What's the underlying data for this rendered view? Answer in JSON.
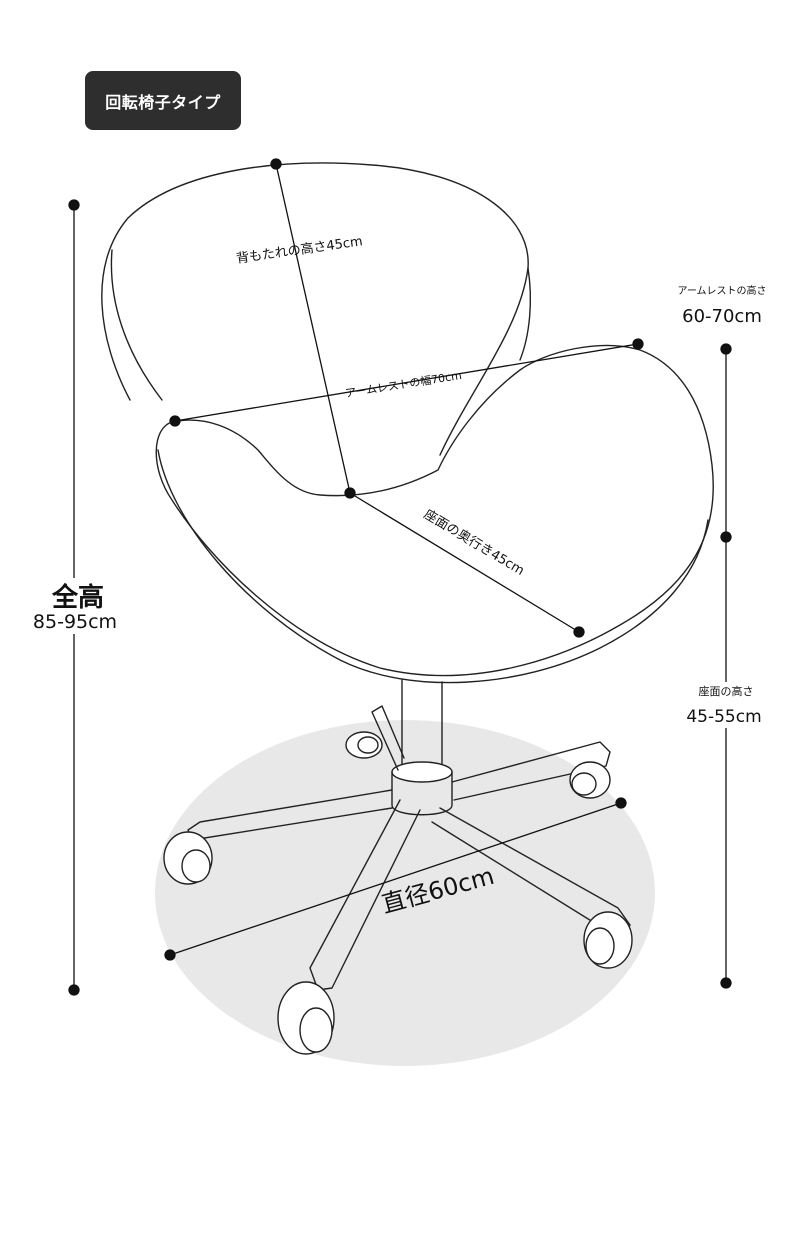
{
  "badge": {
    "label": "回転椅子タイプ"
  },
  "dimensions": {
    "total_height": {
      "title": "全高",
      "value": "85-95cm"
    },
    "backrest_height": "背もたれの高さ45cm",
    "armrest_width": "アームレストの幅70cm",
    "seat_depth": "座面の奥行き45cm",
    "base_diameter": "直径60cm",
    "armrest_height": {
      "title": "アームレストの高さ",
      "value": "60-70cm"
    },
    "seat_height": {
      "title": "座面の高さ",
      "value": "45-55cm"
    }
  },
  "colors": {
    "badge_bg": "#2e2e2e",
    "floor_shadow": "#e8e8e8",
    "line": "#111111"
  }
}
